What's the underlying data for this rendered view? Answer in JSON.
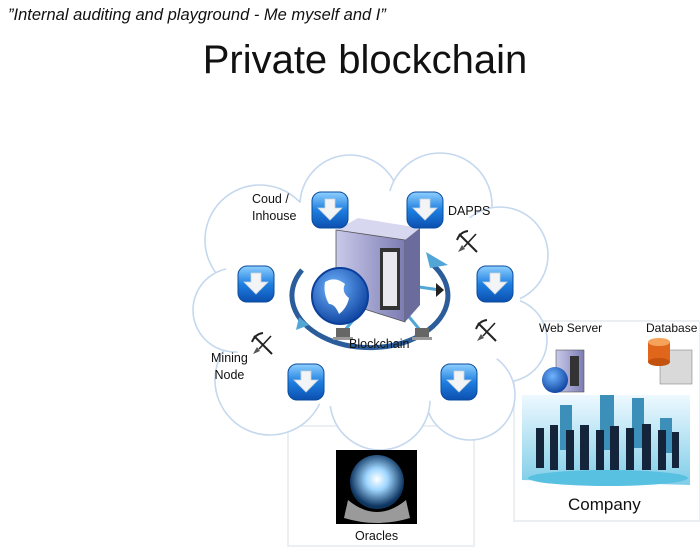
{
  "slide": {
    "subtitle_quote": "”Internal auditing and playground - Me myself and I”",
    "title": "Private blockchain"
  },
  "cloud": {
    "center_label": "Blockchain",
    "labels": {
      "cloud_inhouse_line1": "Coud /",
      "cloud_inhouse_line2": "Inhouse",
      "dapps": "DAPPS",
      "mining_line1": "Mining",
      "mining_line2": "Node"
    },
    "icons": [
      "download-icon",
      "download-icon",
      "download-icon",
      "download-icon",
      "download-icon",
      "download-icon",
      "pickaxe-shovel-icon",
      "pickaxe-shovel-icon",
      "pickaxe-shovel-icon",
      "server-icon",
      "globe-icon",
      "laptop-icon"
    ]
  },
  "oracles": {
    "label": "Oracles"
  },
  "company": {
    "label": "Company",
    "web_server_label": "Web Server",
    "database_label": "Database"
  },
  "colors": {
    "cloud_outline": "#c5d8ee",
    "icon_blue": "#1e7fe0",
    "ring_blue": "#2a5d9a"
  }
}
